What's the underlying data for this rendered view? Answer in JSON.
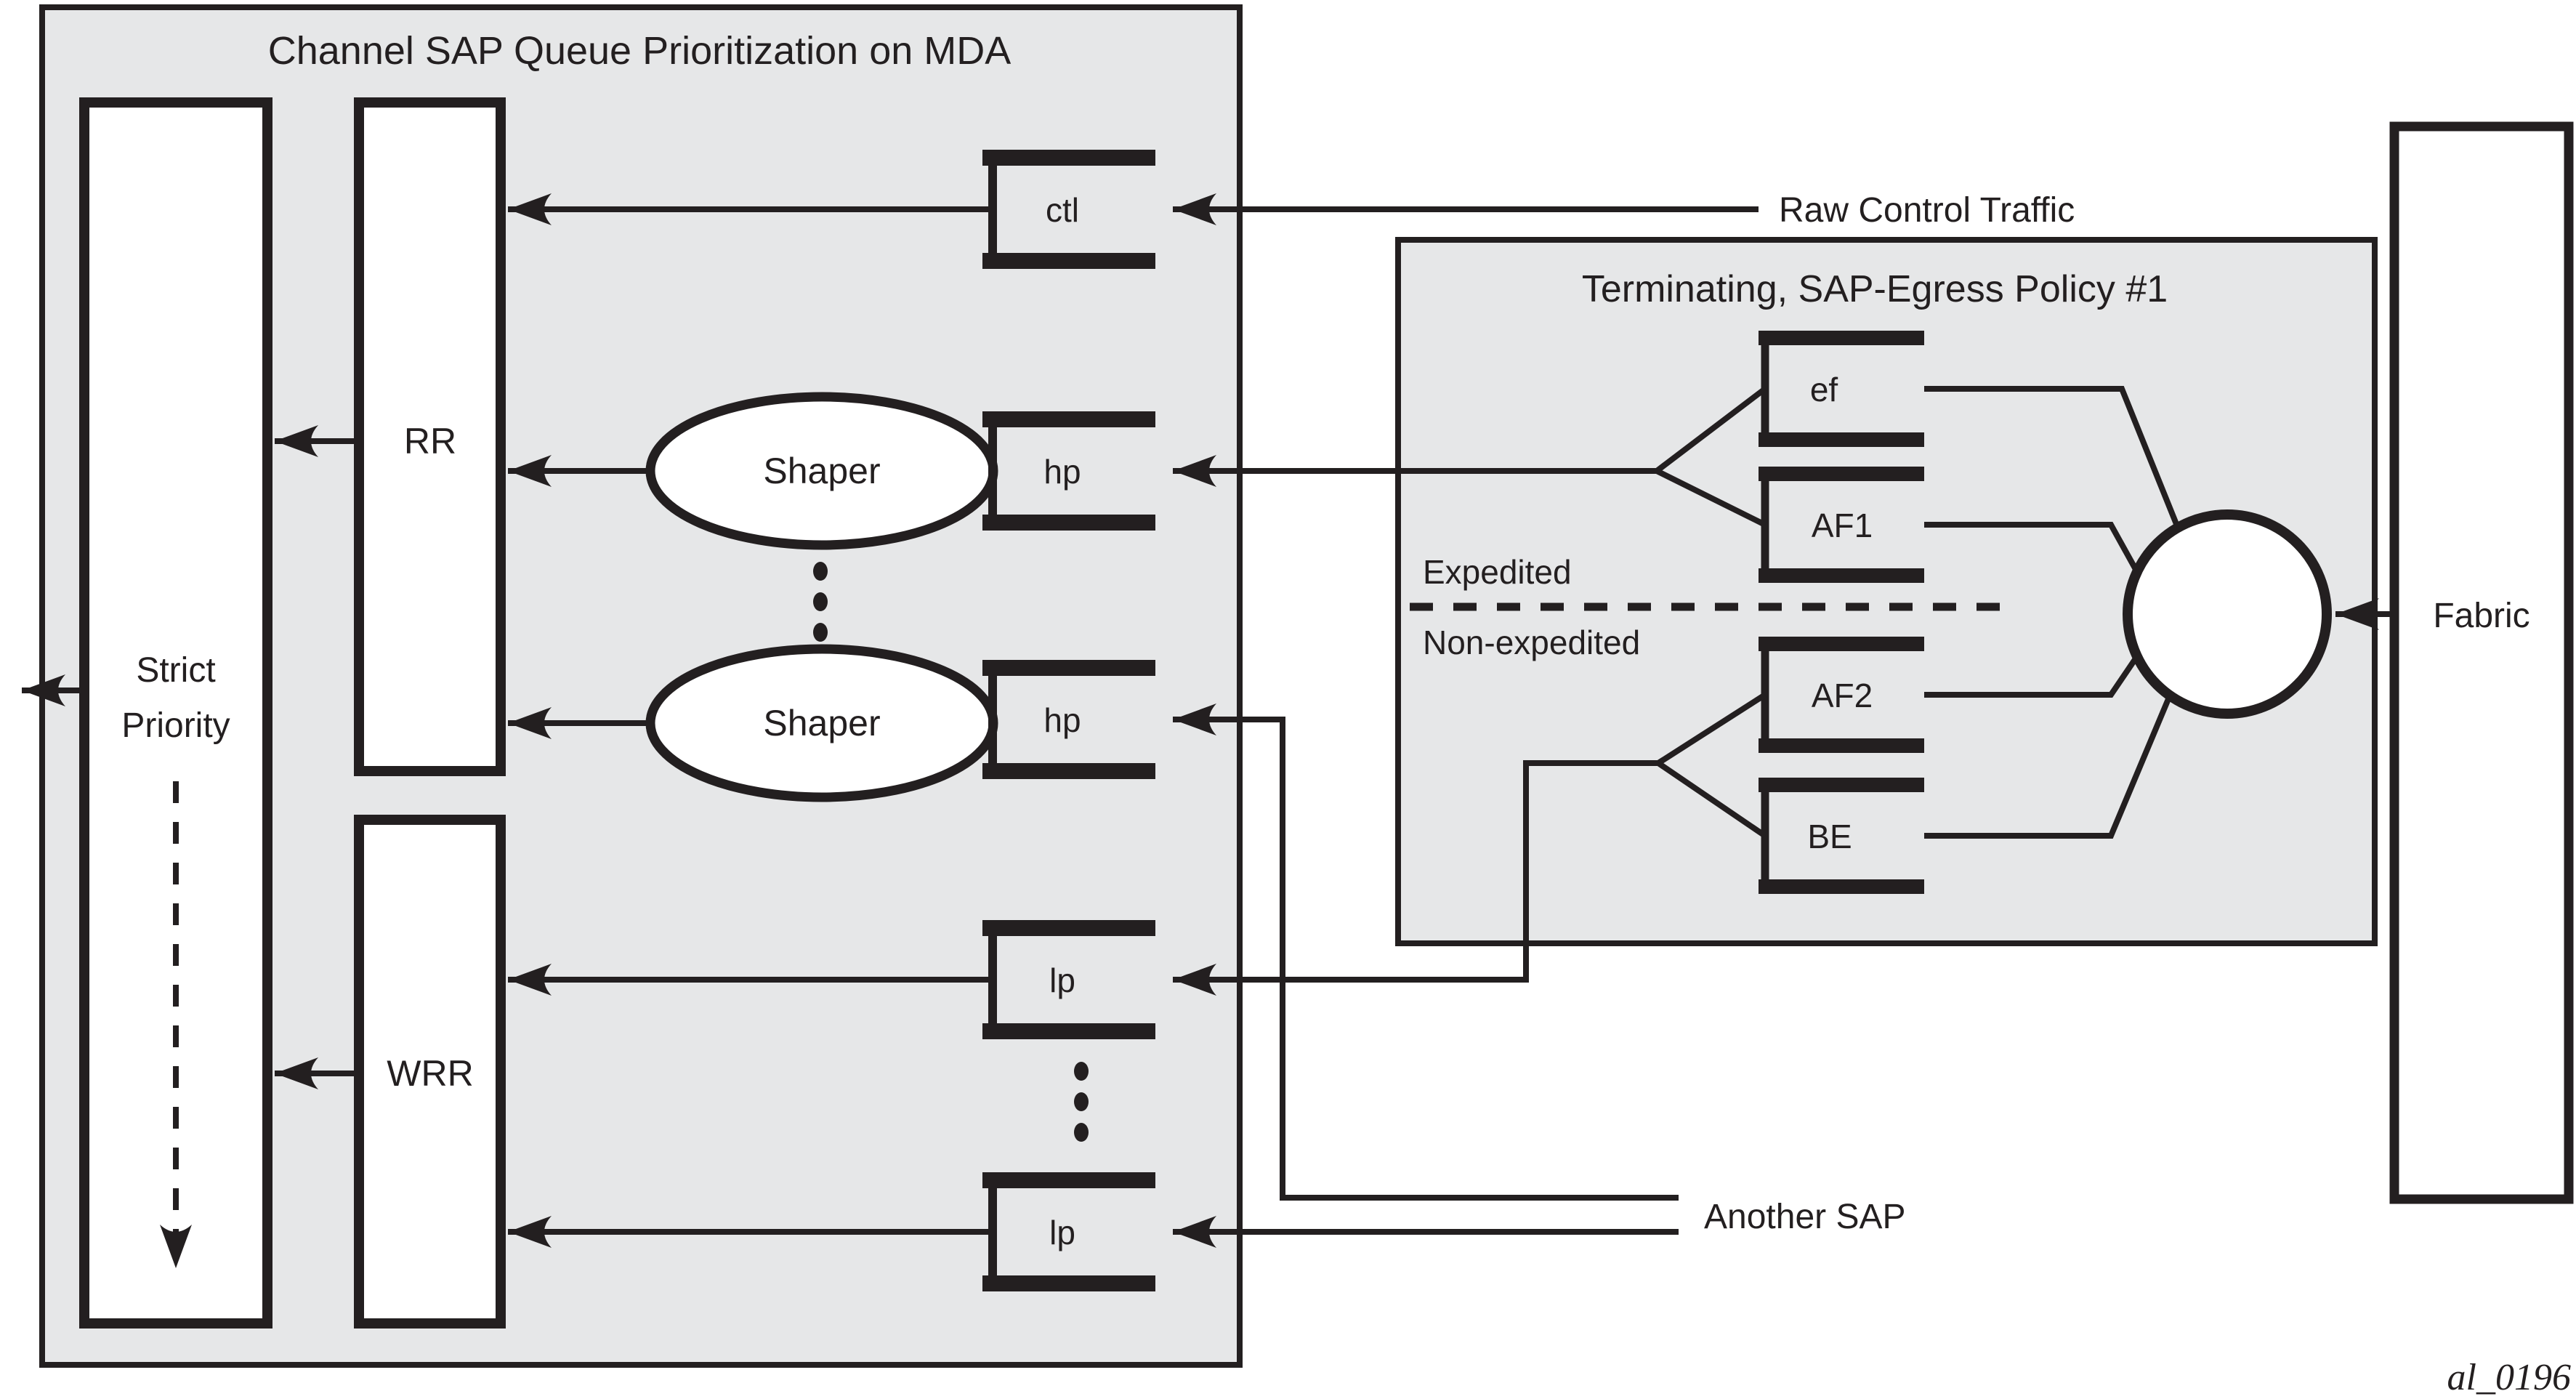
{
  "mda": {
    "title": "Channel SAP Queue Prioritization on MDA",
    "strict_line1": "Strict",
    "strict_line2": "Priority",
    "rr": "RR",
    "wrr": "WRR",
    "shaper_top": "Shaper",
    "shaper_bottom": "Shaper",
    "queue_ctl": "ctl",
    "queue_hp_top": "hp",
    "queue_hp_bottom": "hp",
    "queue_lp_top": "lp",
    "queue_lp_bottom": "lp"
  },
  "policy": {
    "title": "Terminating, SAP-Egress Policy #1",
    "expedited": "Expedited",
    "non_expedited": "Non-expedited",
    "queue_ef": "ef",
    "queue_af1": "AF1",
    "queue_af2": "AF2",
    "queue_be": "BE"
  },
  "labels": {
    "raw_control_traffic": "Raw Control Traffic",
    "another_sap": "Another SAP",
    "fabric": "Fabric",
    "figure_id": "al_0196"
  },
  "colors": {
    "panel_fill": "#e6e7e8",
    "line": "#231f20",
    "box_fill": "#ffffff"
  }
}
